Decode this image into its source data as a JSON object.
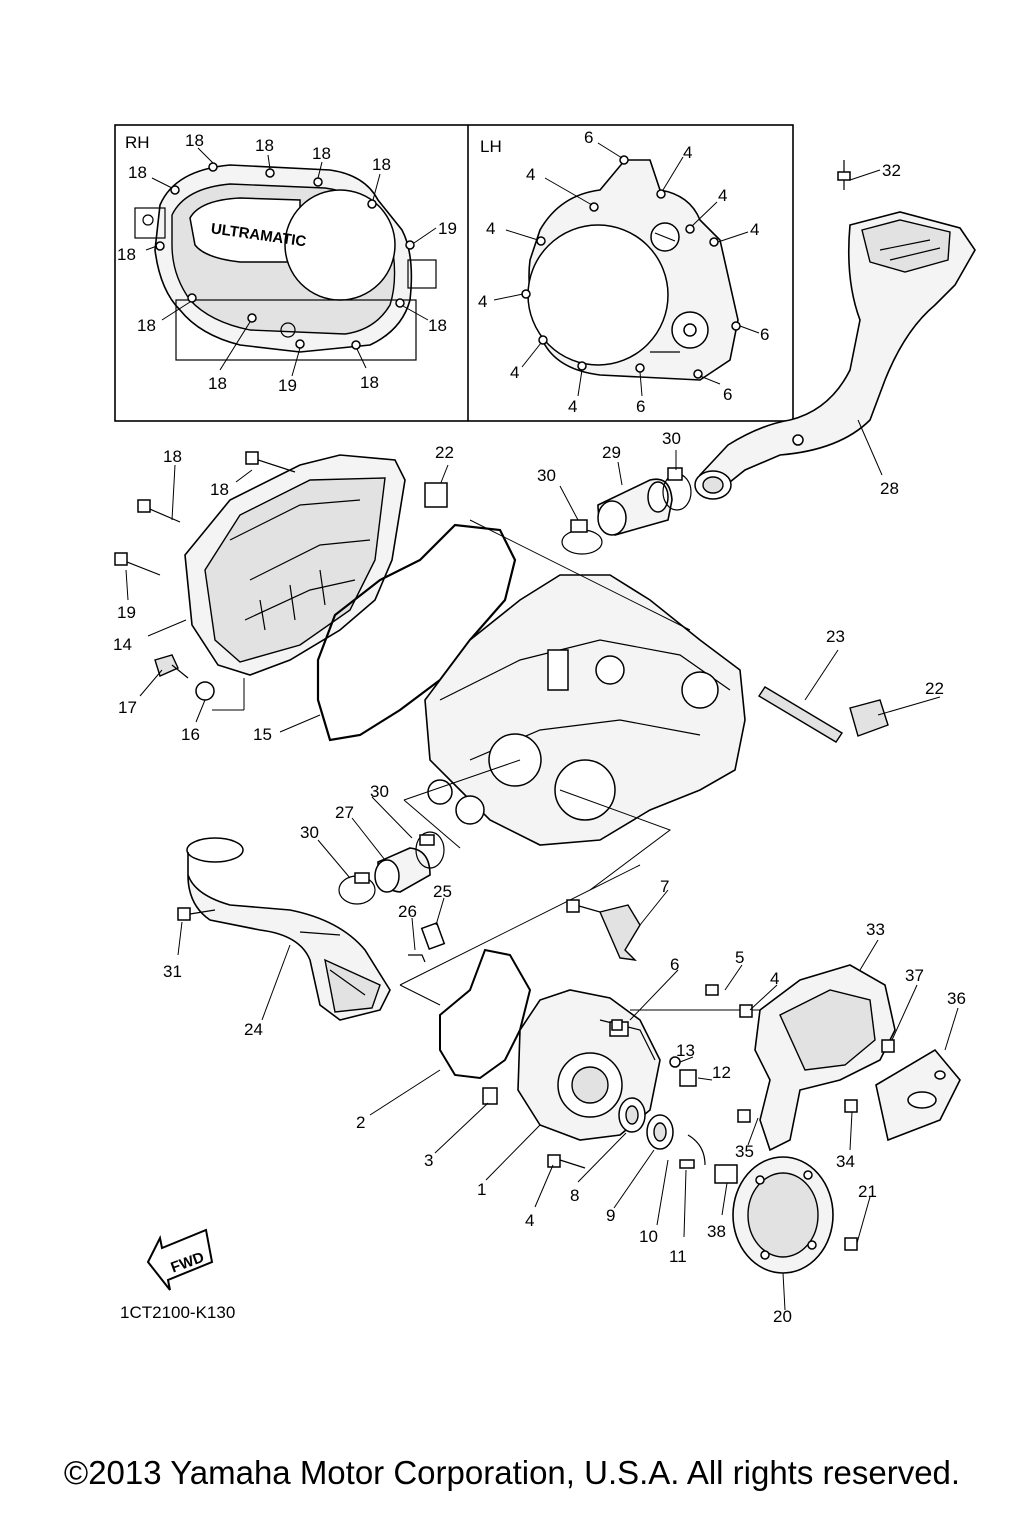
{
  "inset_labels": {
    "rh": "RH",
    "lh": "LH",
    "logo": "ULTRAMATIC"
  },
  "callouts": {
    "p1": "1",
    "p2": "2",
    "p3": "3",
    "p4": "4",
    "p5": "5",
    "p6": "6",
    "p7": "7",
    "p8": "8",
    "p9": "9",
    "p10": "10",
    "p11": "11",
    "p12": "12",
    "p13": "13",
    "p14": "14",
    "p15": "15",
    "p16": "16",
    "p17": "17",
    "p18": "18",
    "p19": "19",
    "p20": "20",
    "p21": "21",
    "p22": "22",
    "p23": "23",
    "p24": "24",
    "p25": "25",
    "p26": "26",
    "p27": "27",
    "p28": "28",
    "p29": "29",
    "p30": "30",
    "p31": "31",
    "p32": "32",
    "p33": "33",
    "p34": "34",
    "p35": "35",
    "p36": "36",
    "p37": "37",
    "p38": "38"
  },
  "fwd_label": "FWD",
  "diagram_code": "1CT2100-K130",
  "copyright": "©2013 Yamaha Motor Corporation, U.S.A. All rights reserved."
}
